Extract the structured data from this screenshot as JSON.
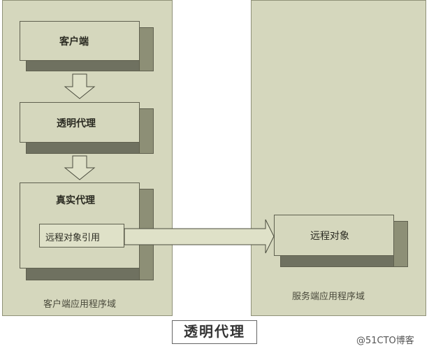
{
  "client_domain": {
    "label": "客户端应用程序域"
  },
  "server_domain": {
    "label": "服务端应用程序域"
  },
  "boxes": {
    "client": "客户端",
    "transparent_proxy": "透明代理",
    "real_proxy": "真实代理",
    "remote_ref": "远程对象引用",
    "remote_object": "远程对象"
  },
  "caption": "透明代理",
  "watermark": "@51CTO博客",
  "colors": {
    "panel": "#d5d7bd",
    "box_side": "#8d8f76",
    "border": "#5f604f"
  }
}
